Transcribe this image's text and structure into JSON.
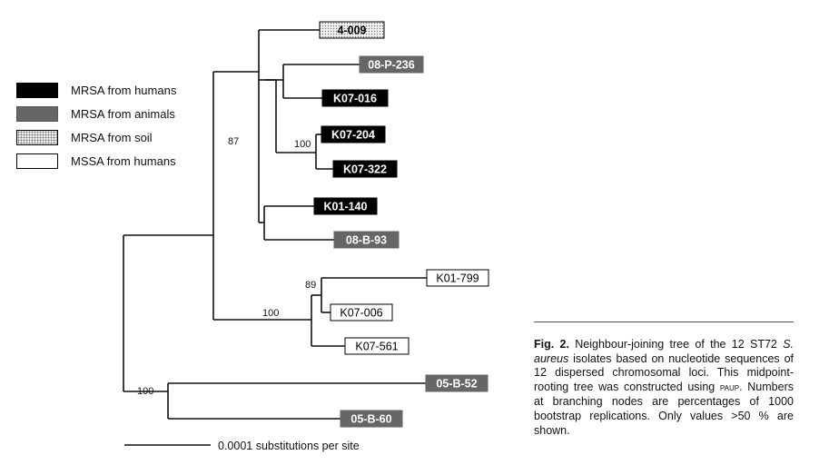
{
  "legend": [
    {
      "label": "MRSA from humans",
      "fill": "black"
    },
    {
      "label": "MRSA from animals",
      "fill": "gray"
    },
    {
      "label": "MRSA from soil",
      "fill": "dots"
    },
    {
      "label": "MSSA from humans",
      "fill": "white"
    }
  ],
  "colors": {
    "black": "#000000",
    "gray": "#666666",
    "white": "#ffffff",
    "dots_bg": "#f4f4f4",
    "line": "#111111"
  },
  "tree": {
    "taxa": [
      {
        "id": "4-009",
        "label": "4-009",
        "fill": "dots"
      },
      {
        "id": "08-P-236",
        "label": "08-P-236",
        "fill": "gray"
      },
      {
        "id": "K07-016",
        "label": "K07-016",
        "fill": "black"
      },
      {
        "id": "K07-204",
        "label": "K07-204",
        "fill": "black"
      },
      {
        "id": "K07-322",
        "label": "K07-322",
        "fill": "black"
      },
      {
        "id": "K01-140",
        "label": "K01-140",
        "fill": "black"
      },
      {
        "id": "08-B-93",
        "label": "08-B-93",
        "fill": "gray"
      },
      {
        "id": "K01-799",
        "label": "K01-799",
        "fill": "white"
      },
      {
        "id": "K07-006",
        "label": "K07-006",
        "fill": "white"
      },
      {
        "id": "K07-561",
        "label": "K07-561",
        "fill": "white"
      },
      {
        "id": "05-B-52",
        "label": "05-B-52",
        "fill": "gray"
      },
      {
        "id": "05-B-60",
        "label": "05-B-60",
        "fill": "gray"
      }
    ],
    "bootstrap_values": [
      {
        "node": "mrsa-clade",
        "value": "87"
      },
      {
        "node": "k07-204-322",
        "value": "100"
      },
      {
        "node": "k01-799-k07-006",
        "value": "89"
      },
      {
        "node": "mssa-clade",
        "value": "100"
      },
      {
        "node": "05-b-clade",
        "value": "100"
      }
    ],
    "scale_bar": {
      "label": "0.0001 substitutions per site"
    }
  },
  "caption": {
    "fig_label": "Fig. 2.",
    "part1": " Neighbour-joining tree of the 12 ST72 ",
    "species": "S. aureus",
    "part2": " isolates based on nucleotide sequences of 12 dispersed chromosomal loci. This midpoint-rooting tree was constructed using ",
    "software": "paup",
    "part3": ". Numbers at branching nodes are percentages of 1000 bootstrap replications. Only values >50 % are shown."
  }
}
